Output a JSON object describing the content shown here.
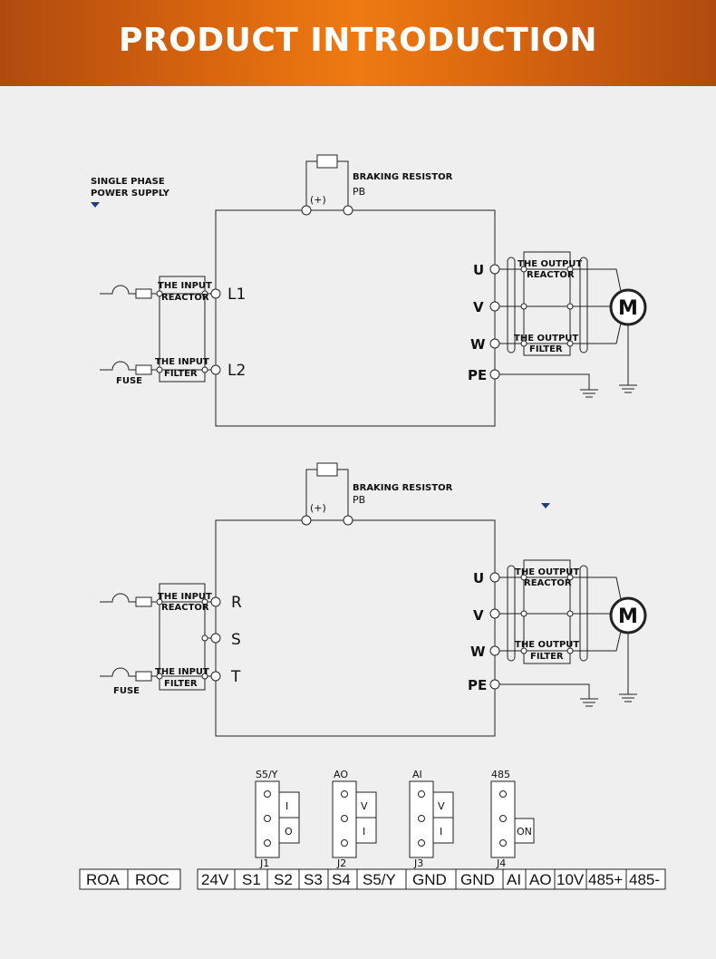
{
  "header": {
    "title": "PRODUCT INTRODUCTION",
    "bg_color": "#d9660f"
  },
  "top_diagram": {
    "supply_label_1": "SINGLE PHASE",
    "supply_label_2": "POWER SUPPLY",
    "braking_resistor": "BRAKING RESISTOR",
    "plus": "(+)",
    "pb": "PB",
    "input_reactor_1": "THE INPUT",
    "input_reactor_2": "REACTOR",
    "input_filter_1": "THE INPUT",
    "input_filter_2": "FILTER",
    "fuse": "FUSE",
    "inputs": [
      "L1",
      "L2"
    ],
    "outputs": [
      "U",
      "V",
      "W",
      "PE"
    ],
    "output_reactor_1": "THE OUTPUT",
    "output_reactor_2": "REACTOR",
    "output_filter_1": "THE OUTPUT",
    "output_filter_2": "FILTER",
    "motor": "M"
  },
  "bottom_diagram": {
    "braking_resistor": "BRAKING RESISTOR",
    "plus": "(+)",
    "pb": "PB",
    "input_reactor_1": "THE INPUT",
    "input_reactor_2": "REACTOR",
    "input_filter_1": "THE INPUT",
    "input_filter_2": "FILTER",
    "fuse": "FUSE",
    "inputs": [
      "R",
      "S",
      "T"
    ],
    "outputs": [
      "U",
      "V",
      "W",
      "PE"
    ],
    "output_reactor_1": "THE OUTPUT",
    "output_reactor_2": "REACTOR",
    "output_filter_1": "THE OUTPUT",
    "output_filter_2": "FILTER",
    "motor": "M"
  },
  "jumpers": [
    {
      "top": "S5/Y",
      "bottom": "J1",
      "options": [
        "I",
        "O"
      ]
    },
    {
      "top": "AO",
      "bottom": "J2",
      "options": [
        "V",
        "I"
      ]
    },
    {
      "top": "AI",
      "bottom": "J3",
      "options": [
        "V",
        "I"
      ]
    },
    {
      "top": "485",
      "bottom": "J4",
      "options": [
        "ON"
      ]
    }
  ],
  "terminal_strip_left": [
    "ROA",
    "ROC"
  ],
  "terminal_strip_right": [
    "24V",
    "S1",
    "S2",
    "S3",
    "S4",
    "S5/Y",
    "GND",
    "GND",
    "AI",
    "AO",
    "10V",
    "485+",
    "485-"
  ]
}
